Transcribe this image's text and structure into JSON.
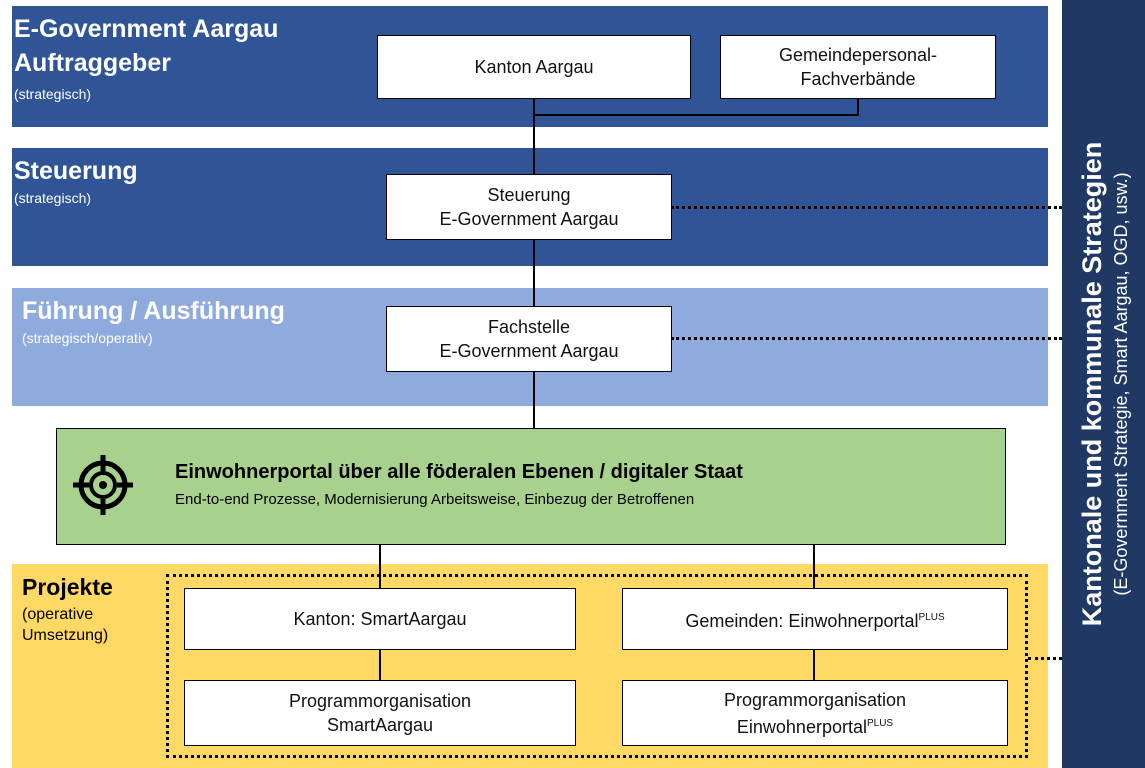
{
  "bands": {
    "auftraggeber": {
      "title_line1": "E-Government Aargau",
      "title_line2": "Auftraggeber",
      "subtitle": "(strategisch)"
    },
    "steuerung": {
      "title": "Steuerung",
      "subtitle": "(strategisch)"
    },
    "fuehrung": {
      "title": "Führung / Ausführung",
      "subtitle": "(strategisch/operativ)"
    },
    "projekte": {
      "title": "Projekte",
      "subtitle_line1": "(operative",
      "subtitle_line2": "Umsetzung)"
    }
  },
  "boxes": {
    "kanton_aargau": "Kanton Aargau",
    "gemeindepersonal_line1": "Gemeindepersonal-",
    "gemeindepersonal_line2": "Fachverbände",
    "steuerung_line1": "Steuerung",
    "steuerung_line2": "E-Government Aargau",
    "fachstelle_line1": "Fachstelle",
    "fachstelle_line2": "E-Government Aargau",
    "kanton_smart": "Kanton: SmartAargau",
    "gemeinden_portal": "Gemeinden: Einwohnerportal",
    "plus": "PLUS",
    "prog_smart_line1": "Programmorganisation",
    "prog_smart_line2": "SmartAargau",
    "prog_portal_line1": "Programmorganisation",
    "prog_portal_line2": "Einwohnerportal"
  },
  "goal": {
    "title": "Einwohnerportal über alle föderalen Ebenen / digitaler Staat",
    "subtitle": "End-to-end Prozesse, Modernisierung Arbeitsweise, Einbezug der Betroffenen",
    "icon": "target-icon"
  },
  "side": {
    "title": "Kantonale und kommunale Strategien",
    "subtitle": "(E-Government Strategie, Smart Aargau, OGD, usw.)"
  },
  "colors": {
    "band_dark": "#2f5597",
    "band_light": "#8faadc",
    "goal_green": "#a9d18e",
    "projekte_yellow": "#ffd966",
    "side_navy": "#1f3864"
  }
}
